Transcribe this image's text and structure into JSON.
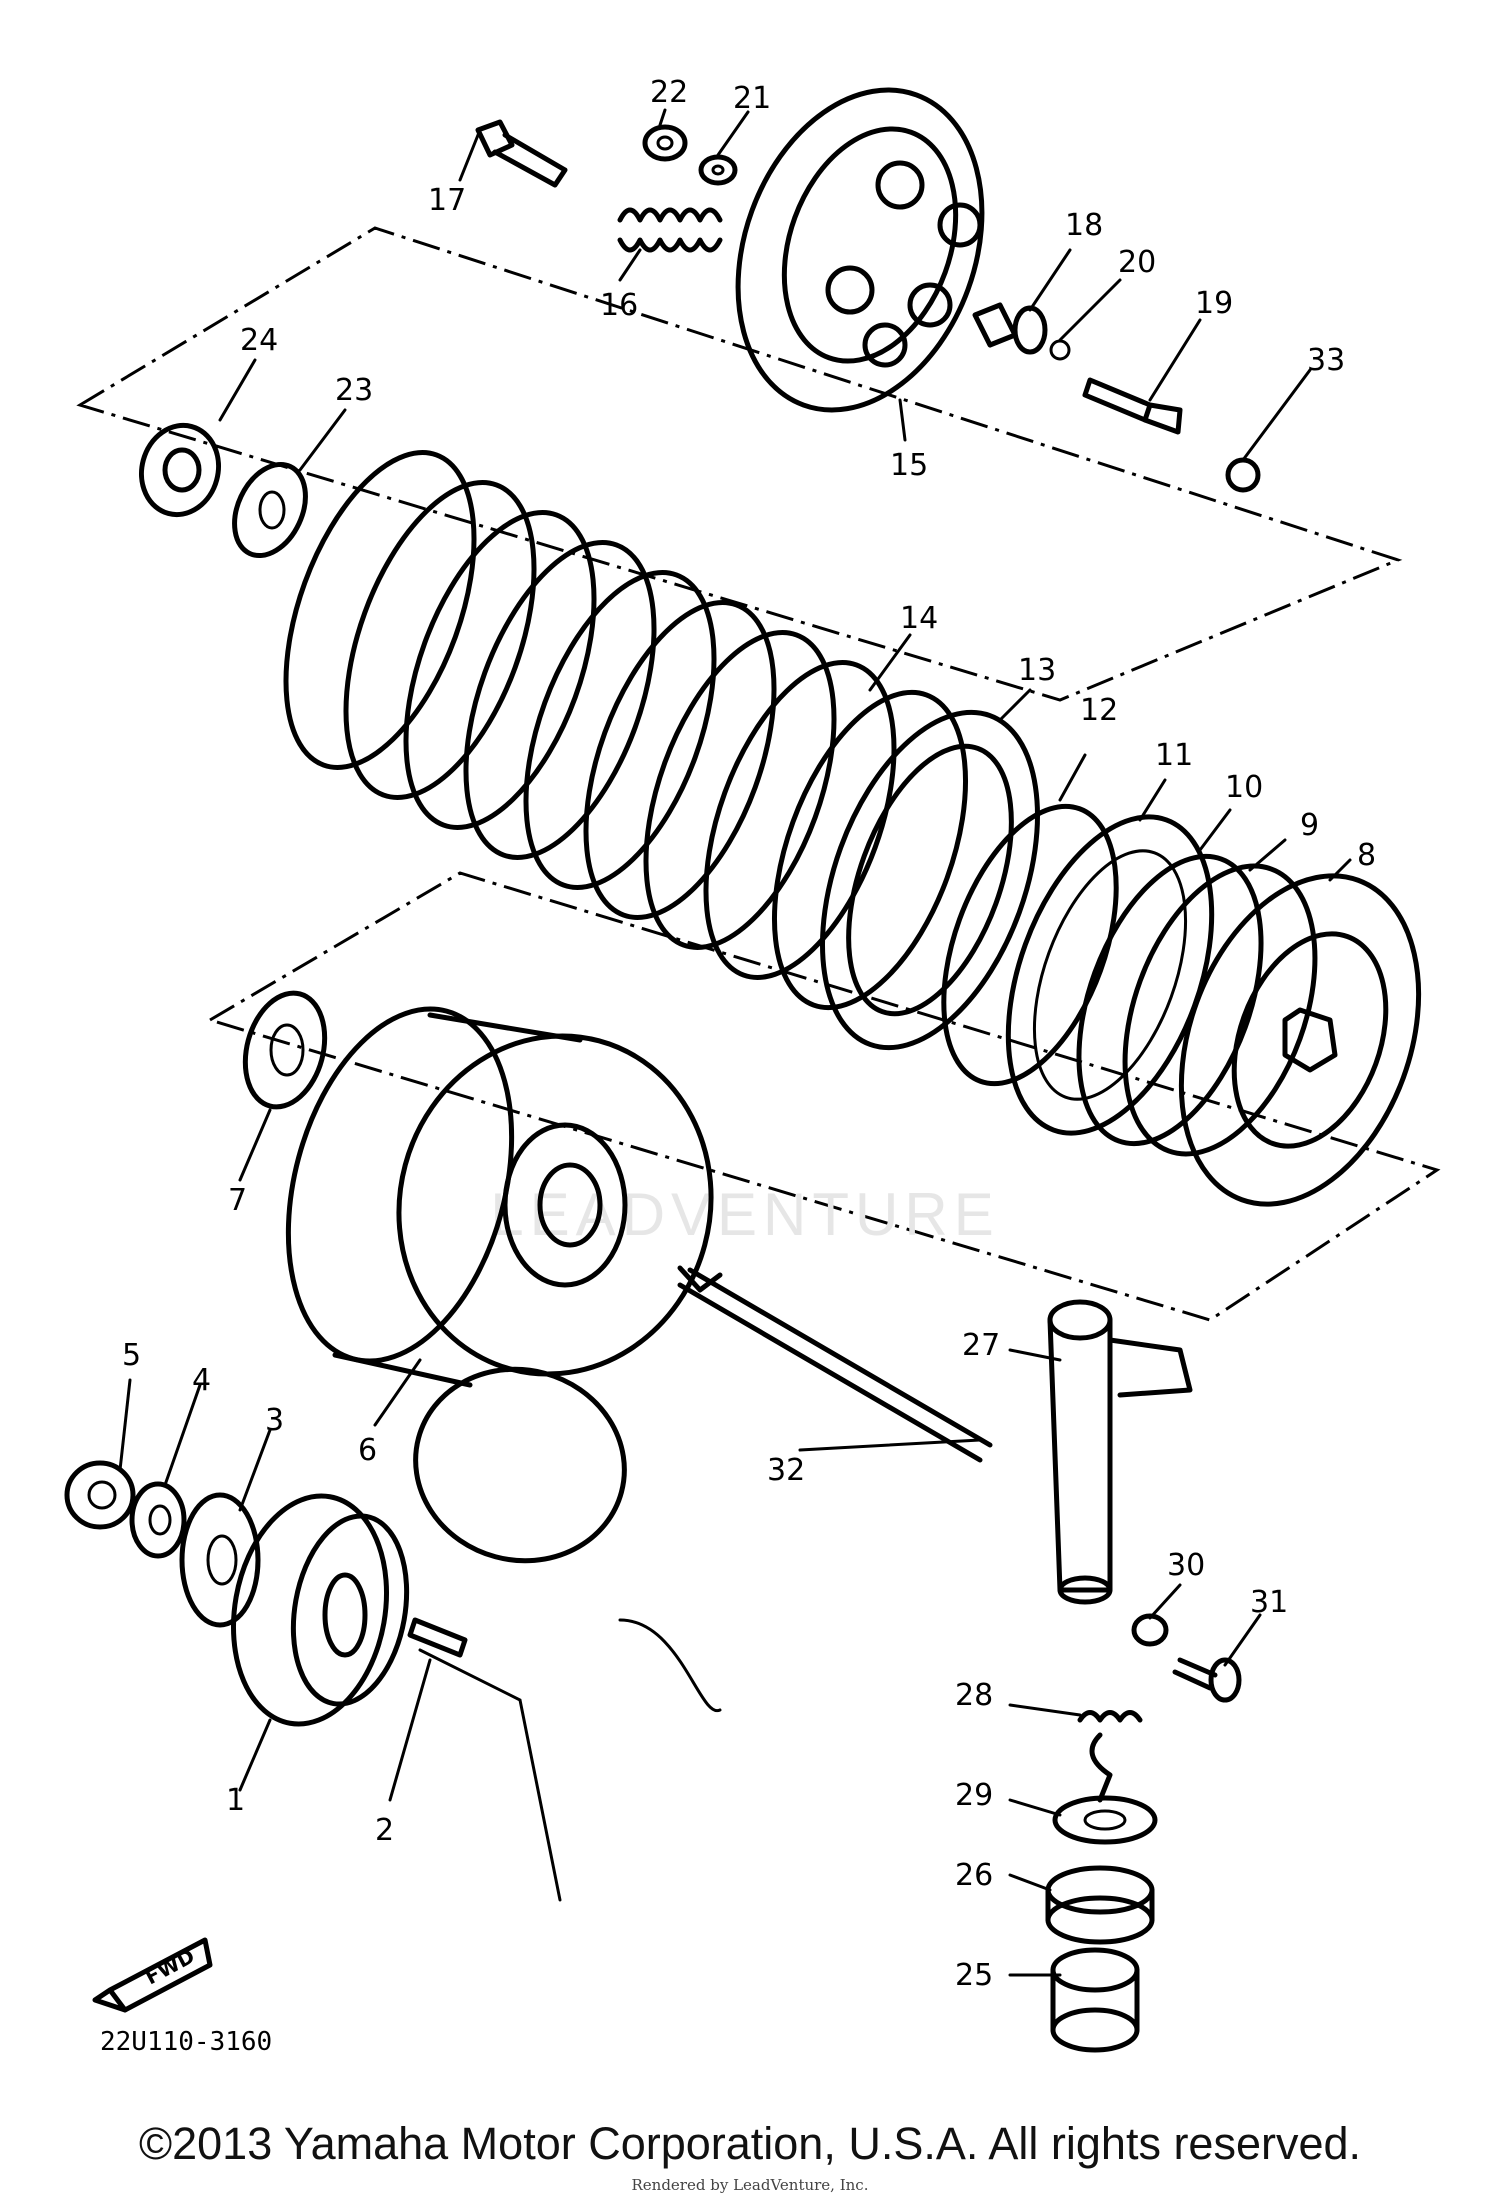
{
  "diagram": {
    "parts": [
      {
        "no": "1"
      },
      {
        "no": "2"
      },
      {
        "no": "3"
      },
      {
        "no": "4"
      },
      {
        "no": "5"
      },
      {
        "no": "6"
      },
      {
        "no": "7"
      },
      {
        "no": "8"
      },
      {
        "no": "9"
      },
      {
        "no": "10"
      },
      {
        "no": "11"
      },
      {
        "no": "12"
      },
      {
        "no": "13"
      },
      {
        "no": "14"
      },
      {
        "no": "15"
      },
      {
        "no": "16"
      },
      {
        "no": "17"
      },
      {
        "no": "18"
      },
      {
        "no": "19"
      },
      {
        "no": "20"
      },
      {
        "no": "21"
      },
      {
        "no": "22"
      },
      {
        "no": "23"
      },
      {
        "no": "24"
      },
      {
        "no": "25"
      },
      {
        "no": "26"
      },
      {
        "no": "27"
      },
      {
        "no": "28"
      },
      {
        "no": "29"
      },
      {
        "no": "30"
      },
      {
        "no": "31"
      },
      {
        "no": "32"
      },
      {
        "no": "33"
      }
    ],
    "drawing_code": "22U110-3160",
    "direction_label": "FWD",
    "watermark": "LEADVENTURE"
  },
  "footer": {
    "copyright": "©2013 Yamaha Motor Corporation, U.S.A. All rights reserved.",
    "rendered_by": "Rendered by LeadVenture, Inc."
  }
}
